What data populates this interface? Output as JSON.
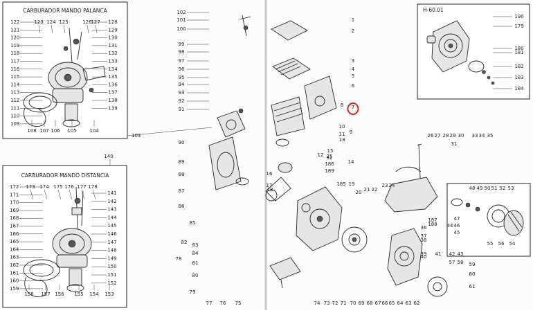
{
  "page": {
    "fold_color": "#c9c9c9",
    "ink_color": "#222222",
    "highlight_color": "#e01010"
  },
  "box_palanca": {
    "title": "CARBURADOR MANDO PALANCA",
    "left_labels": [
      "122",
      "121",
      "120",
      "119",
      "118",
      "117",
      "116",
      "115",
      "114",
      "113",
      "112",
      "111",
      "110",
      "109"
    ],
    "top_labels": [
      "123",
      "124",
      "125",
      "126",
      "127"
    ],
    "right_labels": [
      "128",
      "129",
      "130",
      "131",
      "132",
      "133",
      "134",
      "135",
      "136",
      "137",
      "138",
      "139"
    ],
    "bottom_labels": [
      "108",
      "107",
      "106",
      "105",
      "104"
    ]
  },
  "box_distancia": {
    "title": "CARBURADOR MANDO DISTANCIA",
    "ref": "140",
    "left_labels": [
      "172",
      "171",
      "170",
      "169",
      "168",
      "167",
      "166",
      "165",
      "164",
      "163",
      "162",
      "161",
      "160",
      "159"
    ],
    "top_labels": [
      "173",
      "174",
      "175",
      "176",
      "177",
      "178"
    ],
    "right_labels": [
      "141",
      "142",
      "143",
      "144",
      "145",
      "146",
      "147",
      "148",
      "149",
      "150",
      "151",
      "152"
    ],
    "bottom_labels": [
      "158",
      "157",
      "156",
      "155",
      "154",
      "153"
    ]
  },
  "box_h60": {
    "title": "H-60.01",
    "labels": [
      "190",
      "179",
      "180",
      "181",
      "182",
      "183",
      "184"
    ]
  },
  "box_starter": {
    "labels": [
      "48",
      "49",
      "50",
      "51",
      "52",
      "53",
      "47",
      "46",
      "45",
      "44",
      "55",
      "56",
      "54"
    ]
  },
  "main": {
    "label_103": "103",
    "col_left": [
      "102",
      "101",
      "100",
      "99",
      "98",
      "97",
      "96",
      "95",
      "94",
      "93",
      "92",
      "91",
      "90",
      "89",
      "88",
      "87",
      "86",
      "85",
      "84",
      "83",
      "82",
      "81",
      "80",
      "79",
      "78"
    ],
    "right_top": [
      "1",
      "2",
      "3",
      "4",
      "5",
      "6",
      "7",
      "8",
      "9",
      "10",
      "11",
      "12",
      "13",
      "14",
      "15",
      "16",
      "17",
      "18",
      "19",
      "20",
      "21",
      "22",
      "23",
      "24",
      "25",
      "32",
      "36",
      "37",
      "38",
      "39",
      "40",
      "41",
      "42",
      "43",
      "57",
      "58",
      "59",
      "60",
      "61",
      "185",
      "186",
      "187",
      "188",
      "189"
    ],
    "bottom_row": [
      "77",
      "76",
      "75",
      "74",
      "73",
      "72",
      "71",
      "70",
      "69",
      "68",
      "67",
      "66",
      "65",
      "64",
      "63",
      "62"
    ],
    "mid_right": [
      "26",
      "27",
      "28",
      "29",
      "30",
      "31",
      "33",
      "34",
      "35"
    ]
  }
}
